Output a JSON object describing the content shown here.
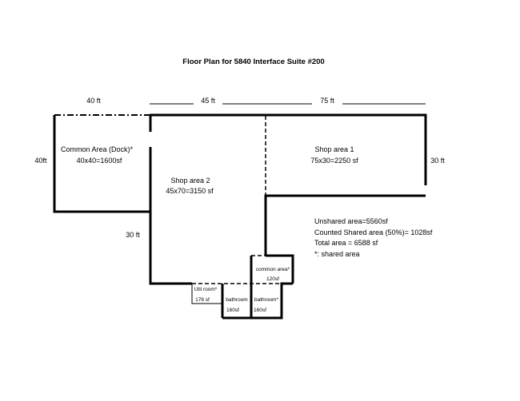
{
  "title": "Floor Plan for 5840 Interface Suite #200",
  "dimensions": {
    "top_left": "40 ft",
    "top_middle": "45 ft",
    "top_right": "75 ft",
    "left": "40ft",
    "right": "30 ft",
    "middle_left": "30 ft"
  },
  "rooms": {
    "common_dock": {
      "name": "Common Area (Dock)*",
      "area": "40x40=1600sf"
    },
    "shop1": {
      "name": "Shop area 1",
      "area": "75x30=2250 sf"
    },
    "shop2": {
      "name": "Shop area 2",
      "area": "45x70=3150 sf"
    },
    "common_small": {
      "name": "common area*",
      "area": "120sf"
    },
    "util": {
      "name": "Util room*",
      "area": "176 sf"
    },
    "bath1": {
      "name": "bathroom",
      "area": "160sf"
    },
    "bath2": {
      "name": "bathroom*",
      "area": "160sf"
    }
  },
  "notes": [
    "Unshared area=5560sf",
    "Counted Shared area (50%)= 1028sf",
    "Total area = 6588 sf",
    "*:   shared area"
  ]
}
